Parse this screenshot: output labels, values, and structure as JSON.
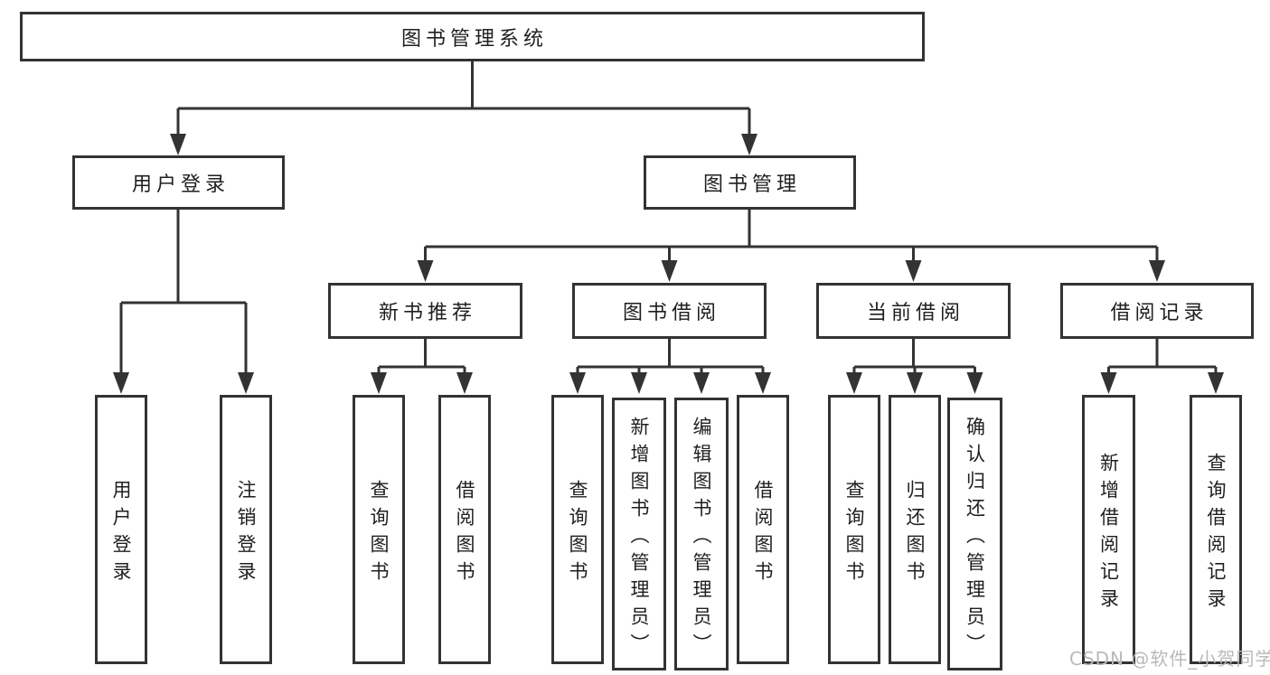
{
  "tree": {
    "root": {
      "label": "图书管理系统"
    },
    "branches": [
      {
        "label": "用户登录",
        "children": [
          {
            "label": "用户登录"
          },
          {
            "label": "注销登录"
          }
        ]
      },
      {
        "label": "图书管理",
        "sections": [
          {
            "label": "新书推荐",
            "children": [
              {
                "label": "查询图书"
              },
              {
                "label": "借阅图书"
              }
            ]
          },
          {
            "label": "图书借阅",
            "children": [
              {
                "label": "查询图书"
              },
              {
                "label": "新增图书（管理员）"
              },
              {
                "label": "编辑图书（管理员）"
              },
              {
                "label": "借阅图书"
              }
            ]
          },
          {
            "label": "当前借阅",
            "children": [
              {
                "label": "查询图书"
              },
              {
                "label": "归还图书"
              },
              {
                "label": "确认归还（管理员）"
              }
            ]
          },
          {
            "label": "借阅记录",
            "children": [
              {
                "label": "新增借阅记录"
              },
              {
                "label": "查询借阅记录"
              }
            ]
          }
        ]
      }
    ]
  },
  "watermark": {
    "text": "CSDN @软件_小贺同学",
    "color": "#b9b9b9"
  },
  "colors": {
    "line": "#333333",
    "box_border": "#333333",
    "box_fill": "#ffffff",
    "text": "#1f1f1f",
    "background": "#ffffff"
  }
}
